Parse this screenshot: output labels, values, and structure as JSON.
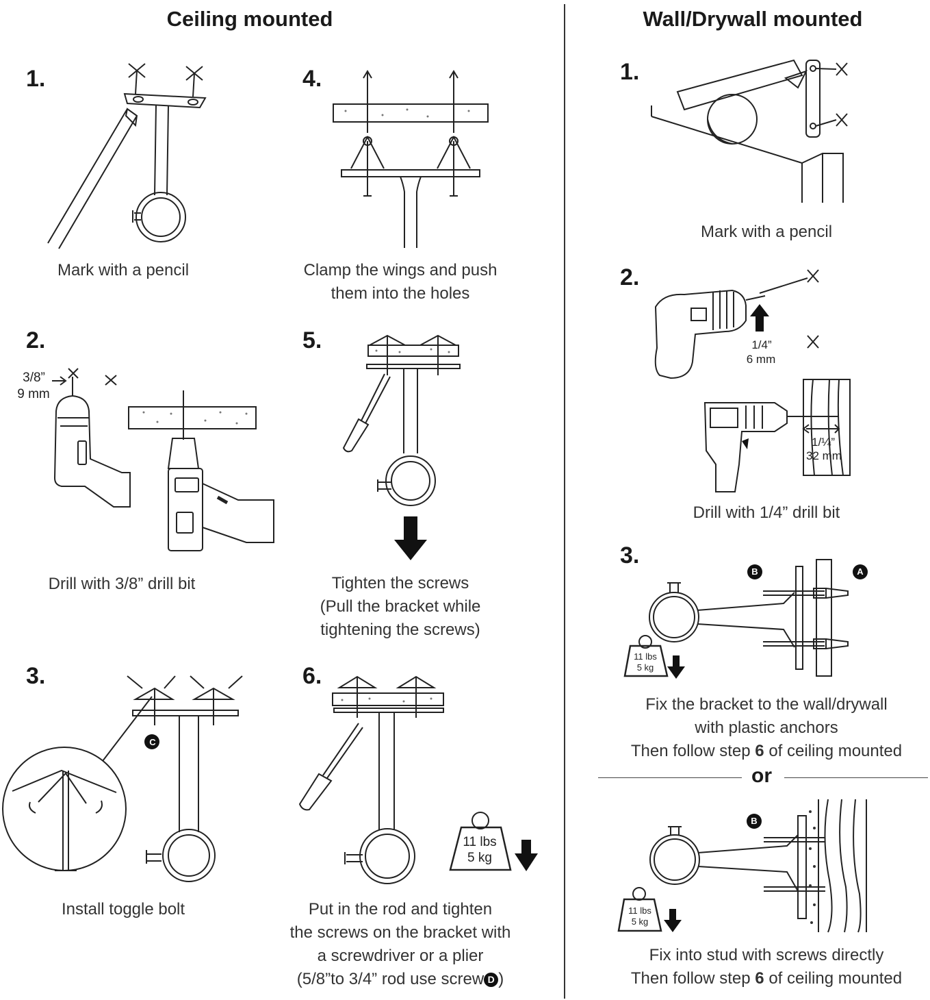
{
  "left": {
    "title": "Ceiling mounted",
    "steps": [
      {
        "num": "1.",
        "caption": [
          "Mark with a pencil"
        ]
      },
      {
        "num": "2.",
        "caption": [
          "Drill with 3/8” drill bit"
        ],
        "size": [
          "3/8”",
          "9 mm"
        ]
      },
      {
        "num": "3.",
        "caption": [
          "Install toggle bolt"
        ],
        "badge": "C"
      },
      {
        "num": "4.",
        "caption": [
          "Clamp the wings and push",
          "them into the holes"
        ]
      },
      {
        "num": "5.",
        "caption": [
          "Tighten the screws",
          "(Pull the bracket while",
          "tightening the screws)"
        ]
      },
      {
        "num": "6.",
        "caption": [
          "Put in the rod and tighten",
          "the screws on the bracket with",
          "a screwdriver or a plier"
        ],
        "caption_last": "(5/8”to 3/4” rod use screw",
        "caption_badge": "D",
        "caption_end": ")",
        "weight": [
          "11 lbs",
          "5 kg"
        ]
      }
    ]
  },
  "right": {
    "title": "Wall/Drywall mounted",
    "steps": [
      {
        "num": "1.",
        "caption": [
          "Mark with a pencil"
        ]
      },
      {
        "num": "2.",
        "caption": [
          "Drill with 1/4” drill bit"
        ],
        "size_a": [
          "1/4”",
          "6 mm"
        ],
        "size_b": [
          "1/¼”",
          "32 mm"
        ]
      },
      {
        "num": "3.",
        "badge_b": "B",
        "badge_a": "A",
        "weight": [
          "11 lbs",
          "5 kg"
        ],
        "caption": [
          "Fix the bracket to the wall/drywall",
          "with plastic anchors"
        ],
        "follow_pre": "Then follow step ",
        "follow_num": "6",
        "follow_post": " of ceiling mounted"
      }
    ],
    "or": "or",
    "stud": {
      "badge_b": "B",
      "weight": [
        "11 lbs",
        "5 kg"
      ],
      "caption": "Fix into stud with screws directly",
      "follow_pre": "Then follow step ",
      "follow_num": "6",
      "follow_post": " of ceiling mounted"
    }
  }
}
